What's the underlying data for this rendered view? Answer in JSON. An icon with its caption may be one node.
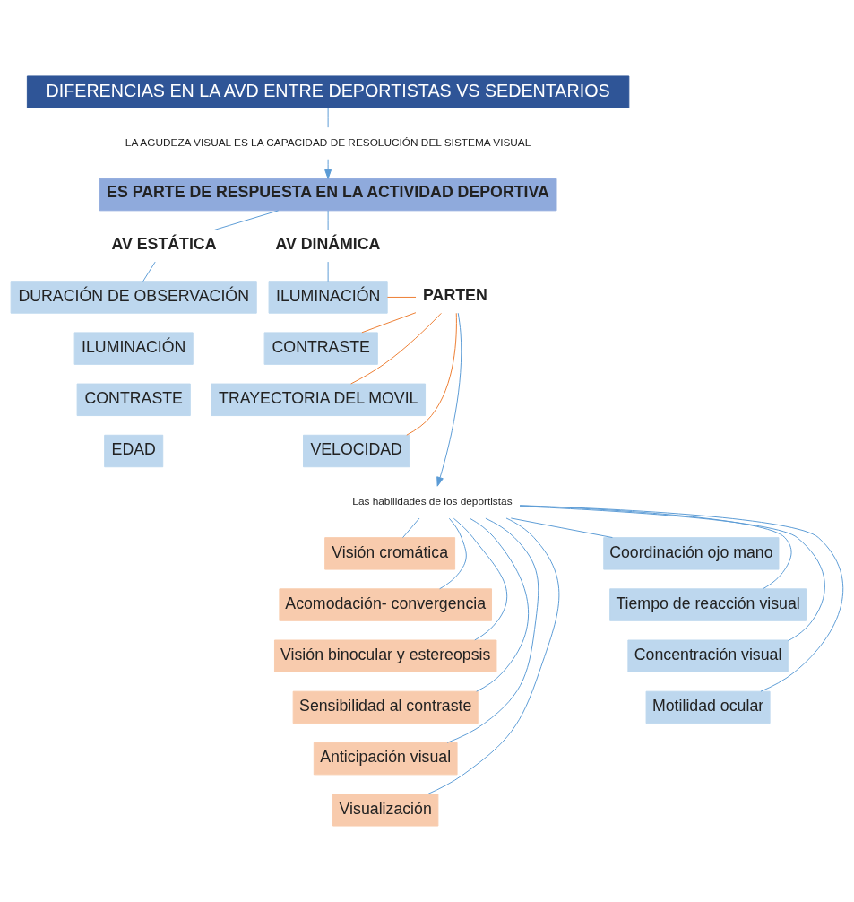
{
  "diagram": {
    "nodes": [
      {
        "text": [
          "DIFERENCIAS EN LA AVD ENTRE DEPORTISTAS VS SEDENTARIOS"
        ]
      },
      {
        "text": [
          "LA AGUDEZA VISUAL ES LA CAPACIDAD DE RESOLUCIÓN DEL SISTEMA VISUAL"
        ]
      },
      {
        "text": [
          "ES PARTE DE RESPUESTA EN LA ACTIVIDAD DEPORTIVA"
        ]
      },
      {
        "text": [
          "AV ESTÁTICA"
        ]
      },
      {
        "text": [
          "AV DINÁMICA"
        ]
      },
      {
        "text": [
          "DURACIÓN DE OBSERVACIÓN"
        ]
      },
      {
        "text": [
          "ILUMINACIÓN"
        ]
      },
      {
        "text": [
          "CONTRASTE"
        ]
      },
      {
        "text": [
          "EDAD"
        ]
      },
      {
        "text": [
          "ILUMINACIÓN"
        ]
      },
      {
        "text": [
          "CONTRASTE"
        ]
      },
      {
        "text": [
          "TRAYECTORIA DEL MOVIL"
        ]
      },
      {
        "text": [
          "VELOCIDAD"
        ]
      },
      {
        "text": [
          "PARTEN"
        ]
      },
      {
        "text": [
          "Las habilidades de los deportistas"
        ]
      },
      {
        "text": [
          "Visión cromática"
        ]
      },
      {
        "text": [
          "Acomodación- convergencia"
        ]
      },
      {
        "text": [
          "Visión binocular y estereopsis"
        ]
      },
      {
        "text": [
          "Sensibilidad al contraste"
        ]
      },
      {
        "text": [
          "Anticipación visual"
        ]
      },
      {
        "text": [
          "Visualización"
        ]
      },
      {
        "text": [
          "Coordinación ojo mano"
        ]
      },
      {
        "text": [
          "Tiempo de reacción visual"
        ]
      },
      {
        "text": [
          "Concentración visual"
        ]
      },
      {
        "text": [
          "Motilidad ocular"
        ]
      }
    ],
    "edges": [
      {
        "from": 0,
        "to": 1,
        "arrow": "none"
      },
      {
        "from": 1,
        "to": 2,
        "arrow": "to"
      },
      {
        "from": 2,
        "to": 3,
        "arrow": "none"
      },
      {
        "from": 2,
        "to": 4,
        "arrow": "none"
      },
      {
        "from": 3,
        "to": 5,
        "arrow": "none"
      },
      {
        "from": 4,
        "to": 9,
        "arrow": "none"
      },
      {
        "from": 13,
        "to": 9,
        "arrow": "none",
        "color": "#ed7d31"
      },
      {
        "from": 13,
        "to": 10,
        "arrow": "none",
        "color": "#ed7d31"
      },
      {
        "from": 13,
        "to": 11,
        "arrow": "none",
        "color": "#ed7d31"
      },
      {
        "from": 13,
        "to": 12,
        "arrow": "none",
        "color": "#ed7d31"
      },
      {
        "from": 13,
        "to": 14,
        "arrow": "to"
      },
      {
        "from": 14,
        "to": 15,
        "arrow": "none"
      },
      {
        "from": 14,
        "to": 16,
        "arrow": "none"
      },
      {
        "from": 14,
        "to": 17,
        "arrow": "none"
      },
      {
        "from": 14,
        "to": 18,
        "arrow": "none"
      },
      {
        "from": 14,
        "to": 19,
        "arrow": "none"
      },
      {
        "from": 14,
        "to": 20,
        "arrow": "none"
      },
      {
        "from": 14,
        "to": 21,
        "arrow": "none"
      },
      {
        "from": 14,
        "to": 22,
        "arrow": "none"
      },
      {
        "from": 14,
        "to": 23,
        "arrow": "none"
      },
      {
        "from": 14,
        "to": 24,
        "arrow": "none"
      }
    ]
  }
}
